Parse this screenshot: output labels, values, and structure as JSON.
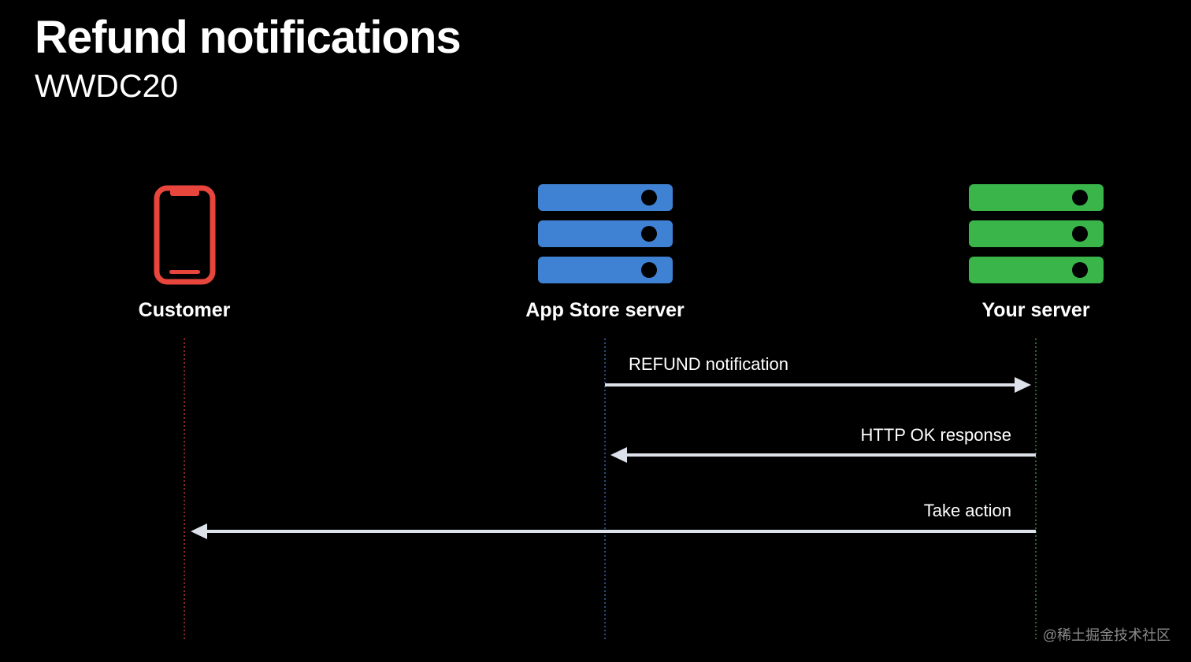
{
  "slide": {
    "title": "Refund notifications",
    "subtitle": "WWDC20"
  },
  "actors": [
    {
      "id": "customer",
      "label": "Customer",
      "icon": "phone-icon",
      "color": "#e8453c"
    },
    {
      "id": "appstore",
      "label": "App Store server",
      "icon": "server-icon",
      "color": "#3f82d4"
    },
    {
      "id": "yourserver",
      "label": "Your server",
      "icon": "server-icon",
      "color": "#3ab54a"
    }
  ],
  "messages": [
    {
      "label": "REFUND notification",
      "from": "appstore",
      "to": "yourserver"
    },
    {
      "label": "HTTP OK response",
      "from": "yourserver",
      "to": "appstore"
    },
    {
      "label": "Take action",
      "from": "yourserver",
      "to": "customer"
    }
  ],
  "colors": {
    "background": "#000000",
    "arrow": "#dde2ea"
  },
  "watermark": "@稀土掘金技术社区"
}
